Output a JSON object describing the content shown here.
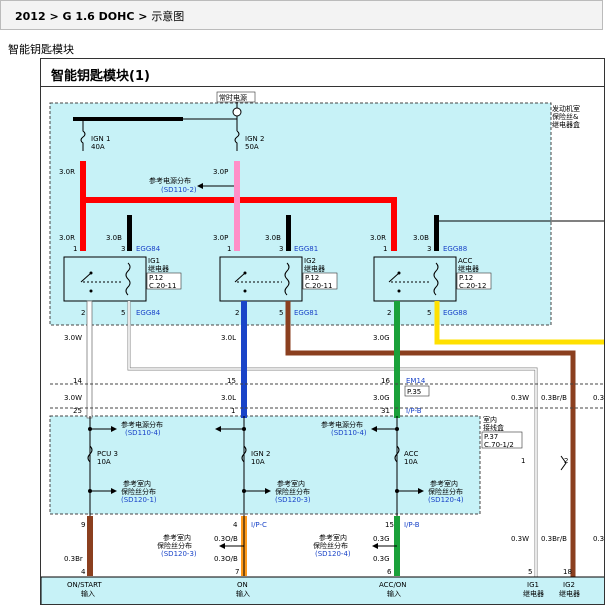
{
  "breadcrumb": {
    "prefix": "2012 > G 1.6 DOHC > ",
    "current": "示意图"
  },
  "section_title": "智能钥匙模块",
  "diagram": {
    "title": "智能钥匙模块(1)",
    "engine_box_label": [
      "发动机室",
      "保险丝&",
      "继电器盒"
    ],
    "constant_power": "常时电源",
    "ign1": [
      "IGN 1",
      "40A"
    ],
    "ign2": [
      "IGN 2",
      "50A"
    ],
    "wire_3_0R": "3.0R",
    "wire_3_0P": "3.0P",
    "wire_3_0B": "3.0B",
    "wire_3_0W": "3.0W",
    "wire_3_0L": "3.0L",
    "wire_3_0G": "3.0G",
    "ref_power": "参考电源分布",
    "ref_sd110_2": "(SD110-2)",
    "ref_sd110_4": "(SD110-4)",
    "connector_egg84": "EGG84",
    "connector_egg81": "EGG81",
    "connector_egg88": "EGG88",
    "relay1": [
      "IG1",
      "继电器",
      "P.12",
      "C.20-11"
    ],
    "relay2": [
      "IG2",
      "继电器",
      "P.12",
      "C.20-11"
    ],
    "relay3": [
      "ACC",
      "继电器",
      "P.12",
      "C.20-12"
    ],
    "em14": "EM14",
    "p35": "P.35",
    "ipb": "I/P-B",
    "ipc": "I/P-C",
    "junction_label": [
      "室内",
      "接线盒"
    ],
    "p37": [
      "P.37",
      "C.70-1/2"
    ],
    "fuse_pcu3": [
      "PCU 3",
      "10A"
    ],
    "fuse_ign2": [
      "IGN 2",
      "10A"
    ],
    "fuse_acc": [
      "ACC",
      "10A"
    ],
    "ref_indoor": [
      "参考室内",
      "保险丝分布"
    ],
    "ref_sd120_1": "(SD120-1)",
    "ref_sd120_3": "(SD120-3)",
    "ref_sd120_4": "(SD120-4)",
    "w_0_3W": "0.3W",
    "w_0_3BrB": "0.3Br/B",
    "w_0_3": "0.3",
    "w_0_3Br": "0.3Br",
    "w_0_3OB": "0.3O/B",
    "w_0_3G": "0.3G",
    "pins": {
      "p1": "1",
      "p2": "2",
      "p3": "3",
      "p4": "4",
      "p5": "5",
      "p6": "6",
      "p7": "7",
      "p9": "9",
      "p14": "14",
      "p15": "15",
      "p16": "16",
      "p18": "18",
      "p25": "25",
      "p31": "31"
    },
    "out_on_start": [
      "ON/START",
      "输入"
    ],
    "out_on": [
      "ON",
      "输入"
    ],
    "out_acc_on": [
      "ACC/ON",
      "输入"
    ],
    "out_ig1": [
      "IG1",
      "继电器"
    ],
    "out_ig2": [
      "IG2",
      "继电器"
    ]
  }
}
